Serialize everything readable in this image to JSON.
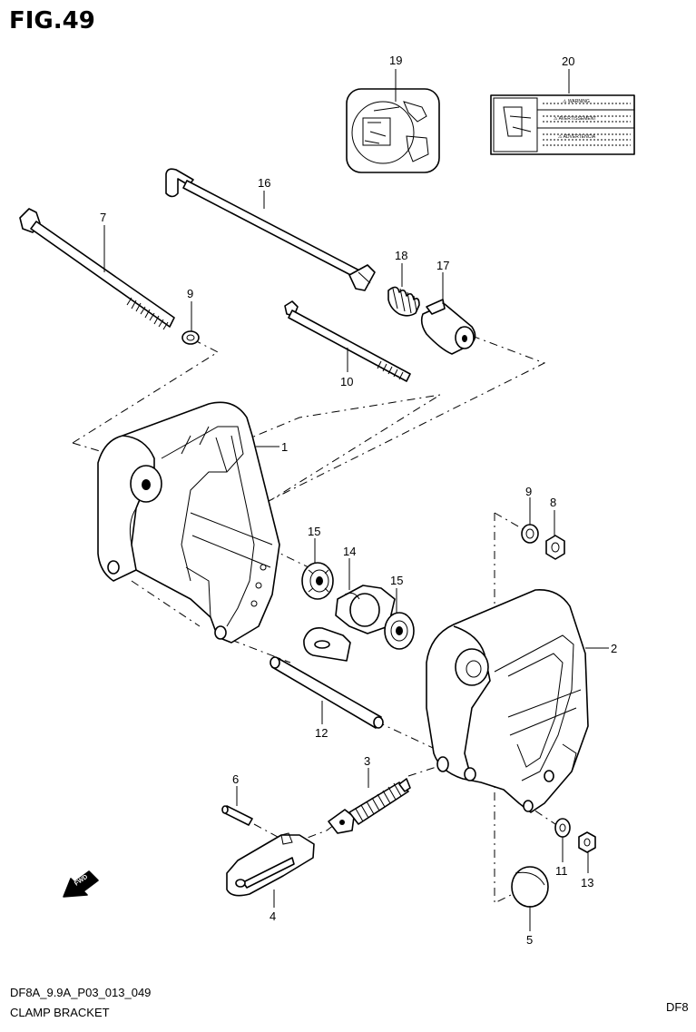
{
  "figure_title": "FIG.49",
  "footer": {
    "code": "DF8A_9.9A_P03_013_049",
    "name": "CLAMP BRACKET",
    "right": "DF8"
  },
  "callouts": {
    "p1": "1",
    "p2": "2",
    "p3": "3",
    "p4": "4",
    "p5": "5",
    "p6": "6",
    "p7": "7",
    "p8": "8",
    "p9a": "9",
    "p9b": "9",
    "p10": "10",
    "p11": "11",
    "p12": "12",
    "p13": "13",
    "p14": "14",
    "p15a": "15",
    "p15b": "15",
    "p16": "16",
    "p17": "17",
    "p18": "18",
    "p19": "19",
    "p20": "20"
  },
  "label_sheet": {
    "line1": "⚠ WARNING",
    "line2": "⚠ AVERTISSEMENT",
    "line3": "⚠ ADVERTENCIA"
  },
  "fwd_icon": "FWD",
  "icons": [
    "forward-arrow-icon"
  ]
}
